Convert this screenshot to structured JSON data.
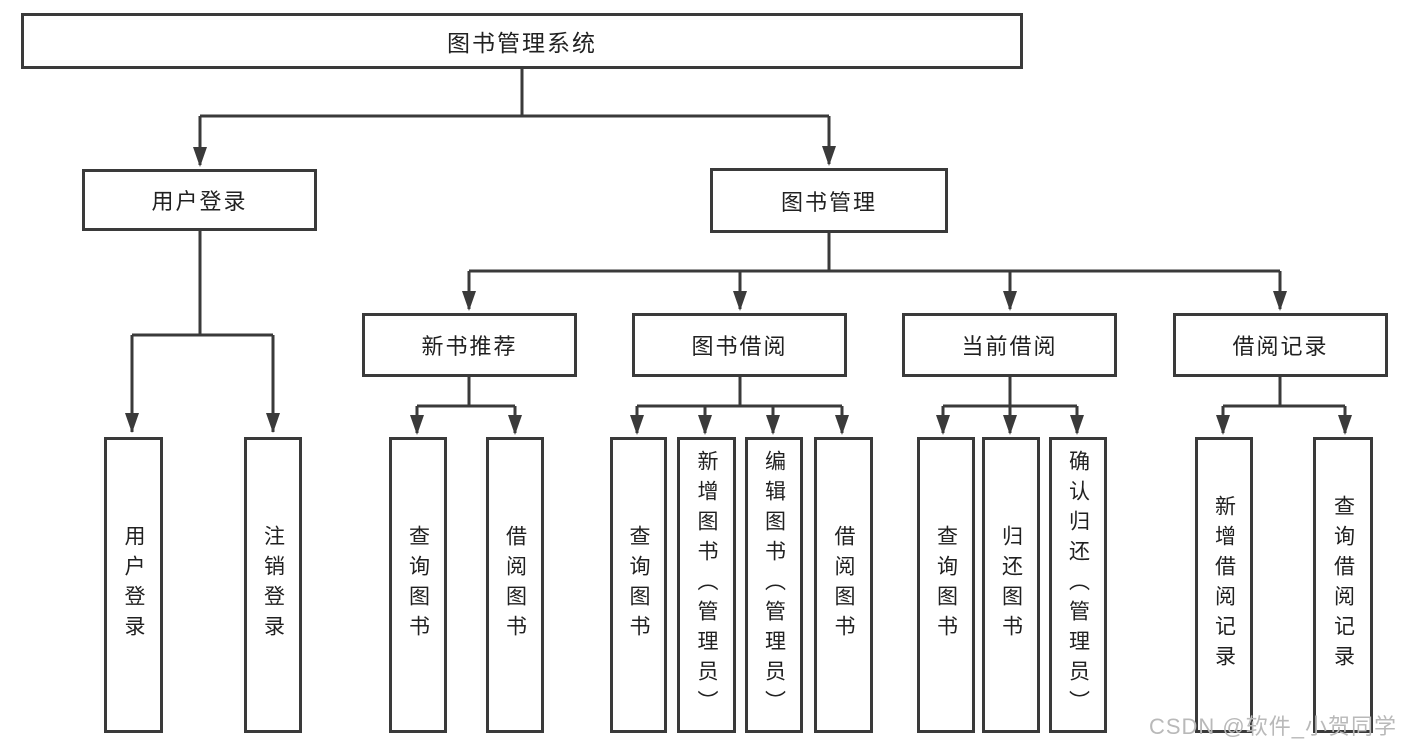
{
  "diagram": {
    "type": "tree",
    "colors": {
      "line": "#3a3a3a",
      "text": "#212121",
      "box_background": "#ffffff",
      "watermark": "#b9b9b9"
    },
    "nodes": {
      "root": "图书管理系统",
      "user_login": "用户登录",
      "book_mgmt": "图书管理",
      "new_book_rec": "新书推荐",
      "book_borrow": "图书借阅",
      "current_borrow": "当前借阅",
      "borrow_records": "借阅记录",
      "ul_login": "用户登录",
      "ul_logout": "注销登录",
      "nb_query": "查询图书",
      "nb_borrow": "借阅图书",
      "bb_query": "查询图书",
      "bb_add": "新增图书（管理员）",
      "bb_edit": "编辑图书（管理员）",
      "bb_borrow": "借阅图书",
      "cb_query": "查询图书",
      "cb_return": "归还图书",
      "cb_confirm": "确认归还（管理员）",
      "br_add": "新增借阅记录",
      "br_query": "查询借阅记录"
    },
    "hierarchy": {
      "图书管理系统": {
        "用户登录": [
          "用户登录",
          "注销登录"
        ],
        "图书管理": {
          "新书推荐": [
            "查询图书",
            "借阅图书"
          ],
          "图书借阅": [
            "查询图书",
            "新增图书（管理员）",
            "编辑图书（管理员）",
            "借阅图书"
          ],
          "当前借阅": [
            "查询图书",
            "归还图书",
            "确认归还（管理员）"
          ],
          "借阅记录": [
            "新增借阅记录",
            "查询借阅记录"
          ]
        }
      }
    },
    "watermark": "CSDN @软件_小贺同学"
  }
}
